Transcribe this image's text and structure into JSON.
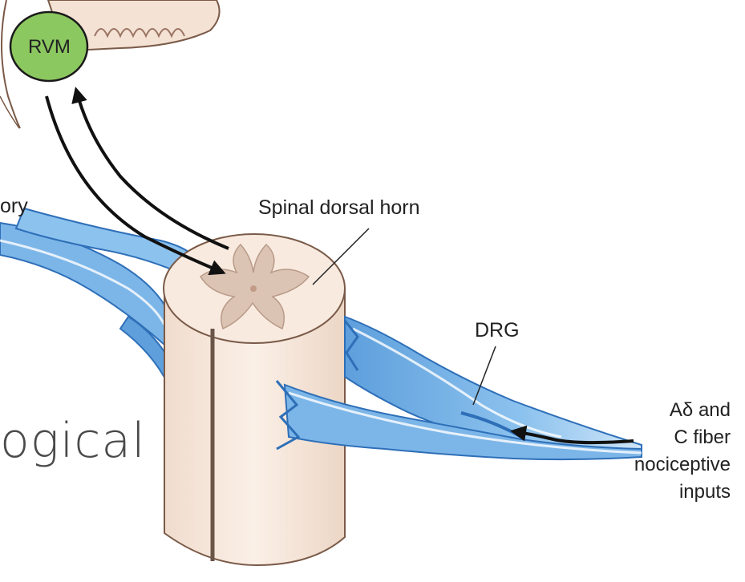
{
  "labels": {
    "rvm": "RVM",
    "partial_left": "ory",
    "spinal_dorsal_horn": "Spinal dorsal horn",
    "drg": "DRG",
    "fiber_line1": "Aδ and",
    "fiber_line2": "C fiber",
    "fiber_line3": "nociceptive",
    "fiber_line4": "inputs"
  },
  "overlay_text": "ogical",
  "colors": {
    "rvm_fill": "#8cc860",
    "cord_fill": "#f6e7da",
    "gray_matter": "#dcc4b4",
    "nerve_blue": "#7cb6e8",
    "nerve_dark": "#2e6fb8",
    "arrow": "#111111"
  }
}
